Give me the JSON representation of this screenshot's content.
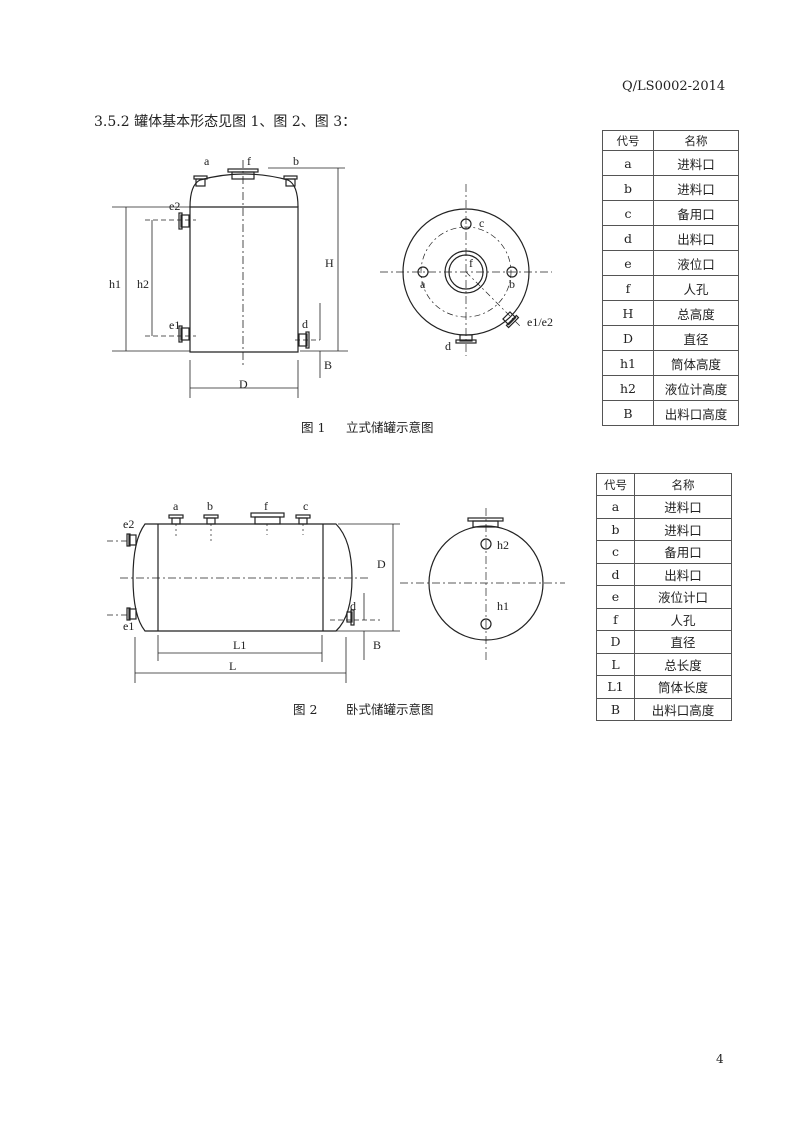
{
  "header": {
    "doc_code": "Q/LS0002-2014"
  },
  "section": {
    "heading": "3.5.2 罐体基本形态见图 1、图 2、图 3："
  },
  "figure1": {
    "caption_num": "图 1",
    "caption_title": "立式储罐示意图",
    "labels": {
      "a": "a",
      "f": "f",
      "b": "b",
      "e2": "e2",
      "e1": "e1",
      "d": "d",
      "h1": "h1",
      "h2": "h2",
      "H": "H",
      "B": "B",
      "D": "D",
      "plan_c": "c",
      "plan_f": "f",
      "plan_a": "a",
      "plan_b": "b",
      "plan_e": "e1/e2",
      "plan_d": "d"
    },
    "table": {
      "headers": [
        "代号",
        "名称"
      ],
      "rows": [
        [
          "a",
          "进料口"
        ],
        [
          "b",
          "进料口"
        ],
        [
          "c",
          "备用口"
        ],
        [
          "d",
          "出料口"
        ],
        [
          "e",
          "液位口"
        ],
        [
          "f",
          "人孔"
        ],
        [
          "H",
          "总高度"
        ],
        [
          "D",
          "直径"
        ],
        [
          "h1",
          "筒体高度"
        ],
        [
          "h2",
          "液位计高度"
        ],
        [
          "B",
          "出料口高度"
        ]
      ]
    }
  },
  "figure2": {
    "caption_num": "图 2",
    "caption_title": "卧式储罐示意图",
    "labels": {
      "a": "a",
      "b": "b",
      "f": "f",
      "c": "c",
      "e2": "e2",
      "e1": "e1",
      "d": "d",
      "D": "D",
      "B": "B",
      "L1": "L1",
      "L": "L",
      "h2": "h2",
      "h1": "h1"
    },
    "table": {
      "headers": [
        "代号",
        "名称"
      ],
      "rows": [
        [
          "a",
          "进料口"
        ],
        [
          "b",
          "进料口"
        ],
        [
          "c",
          "备用口"
        ],
        [
          "d",
          "出料口"
        ],
        [
          "e",
          "液位计口"
        ],
        [
          "f",
          "人孔"
        ],
        [
          "D",
          "直径"
        ],
        [
          "L",
          "总长度"
        ],
        [
          "L1",
          "筒体长度"
        ],
        [
          "B",
          "出料口高度"
        ]
      ]
    }
  },
  "footer": {
    "page_number": "4"
  }
}
